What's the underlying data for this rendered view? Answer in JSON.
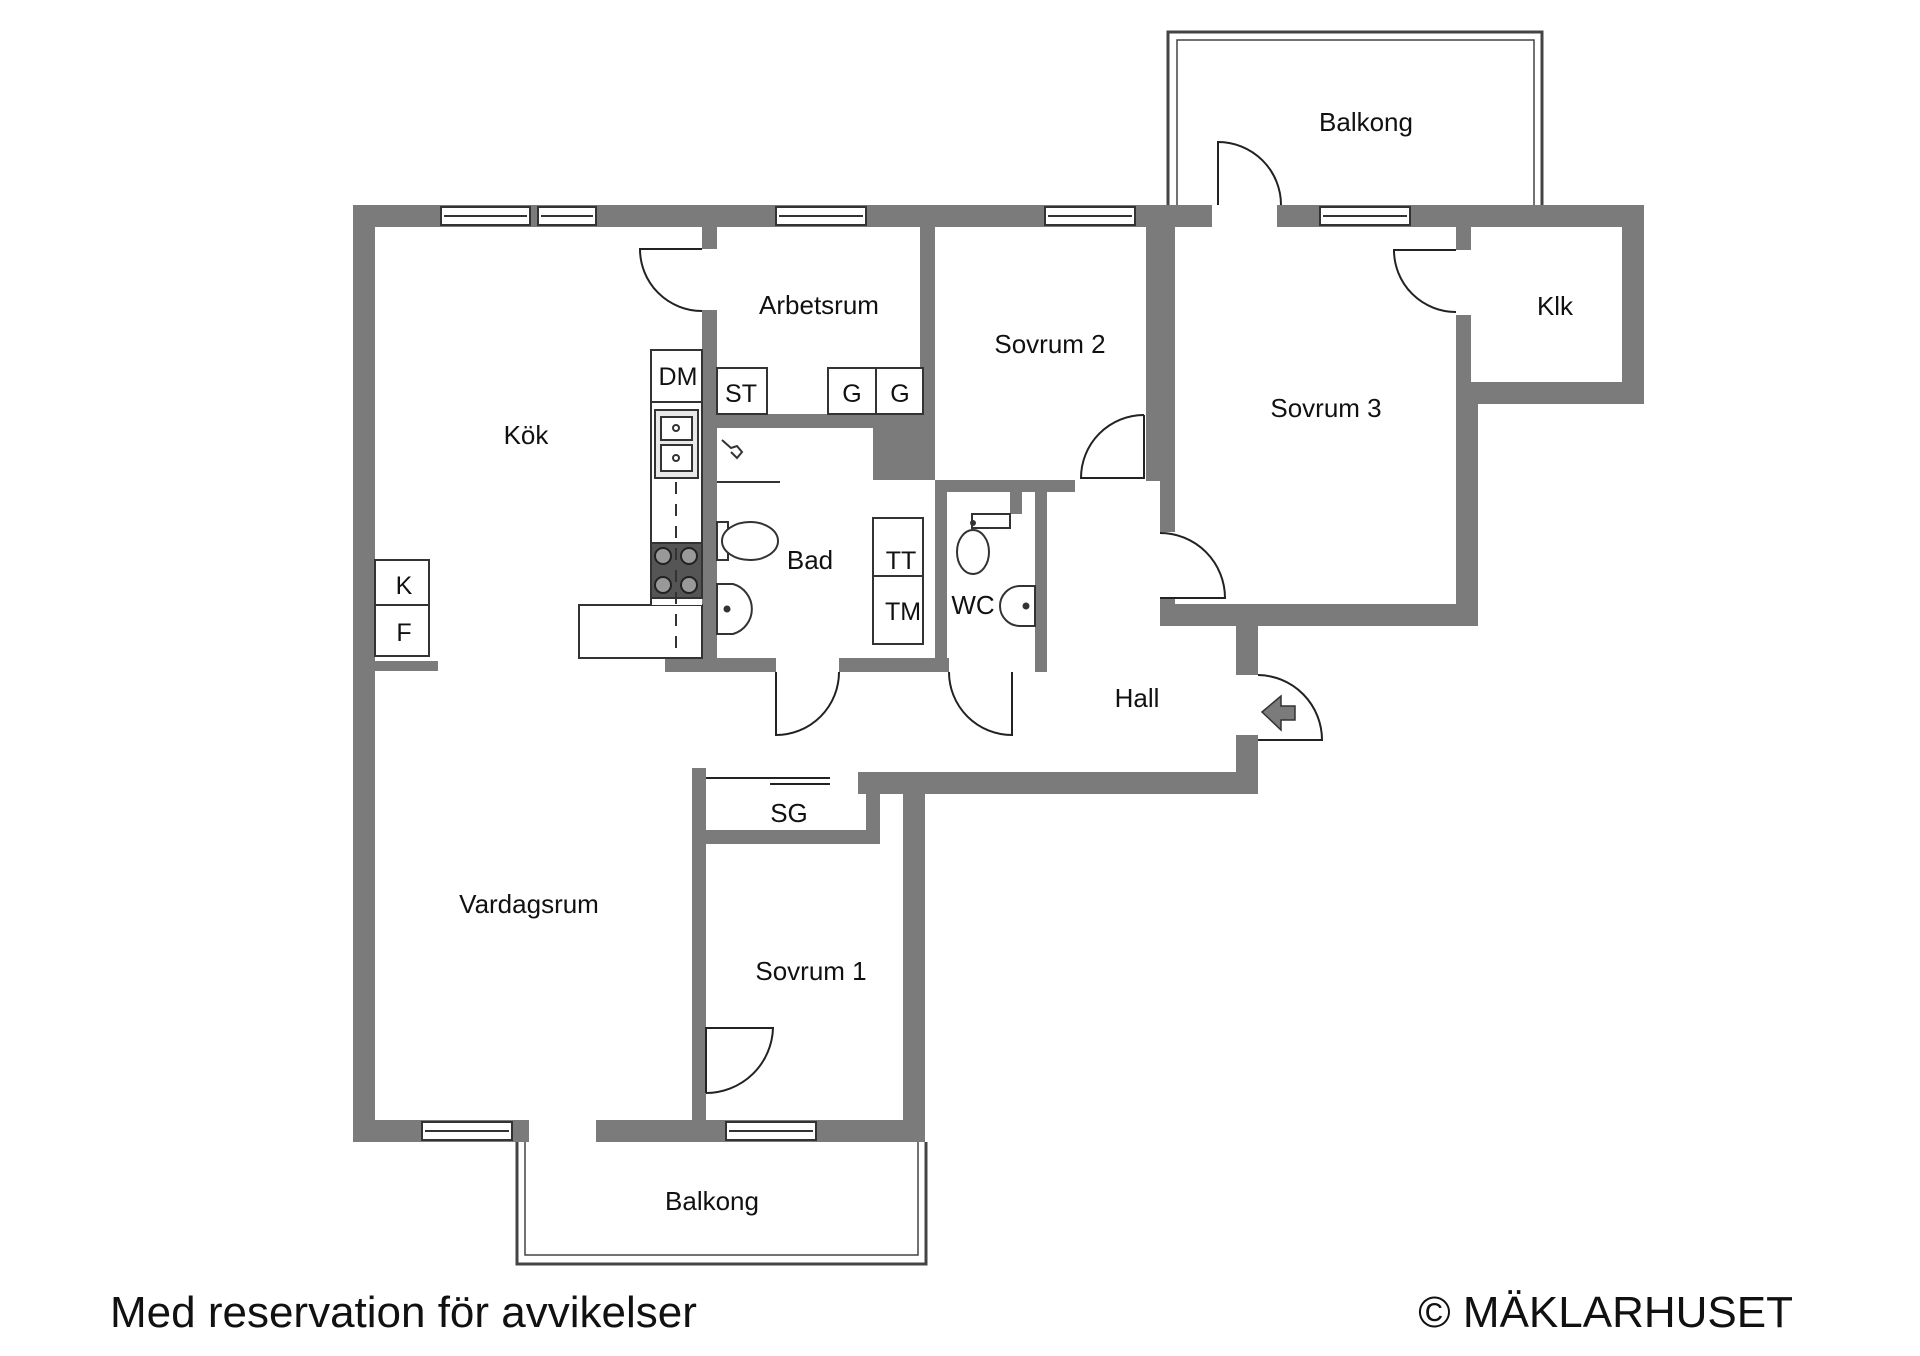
{
  "colors": {
    "wall": "#7b7b7b",
    "line": "#222222",
    "background": "#ffffff",
    "text": "#111111"
  },
  "rooms": {
    "balkong_top": "Balkong",
    "arbetsrum": "Arbetsrum",
    "sovrum_2": "Sovrum 2",
    "klk": "Klk",
    "sovrum_3": "Sovrum 3",
    "kok": "Kök",
    "bad": "Bad",
    "wc": "WC",
    "hall": "Hall",
    "sg": "SG",
    "vardagsrum": "Vardagsrum",
    "sovrum_1": "Sovrum 1",
    "balkong_bottom": "Balkong"
  },
  "fixtures": {
    "dm": "DM",
    "st": "ST",
    "g1": "G",
    "g2": "G",
    "tt": "TT",
    "tm": "TM",
    "k": "K",
    "f": "F"
  },
  "icons": {
    "entrance": "entrance-arrow-icon",
    "stove": "stove-icon",
    "sink": "sink-icon",
    "toilet": "toilet-icon",
    "washbasin": "washbasin-icon",
    "shower": "shower-icon"
  },
  "footer": {
    "disclaimer": "Med reservation för avvikelser",
    "copyright": "© MÄKLARHUSET"
  }
}
